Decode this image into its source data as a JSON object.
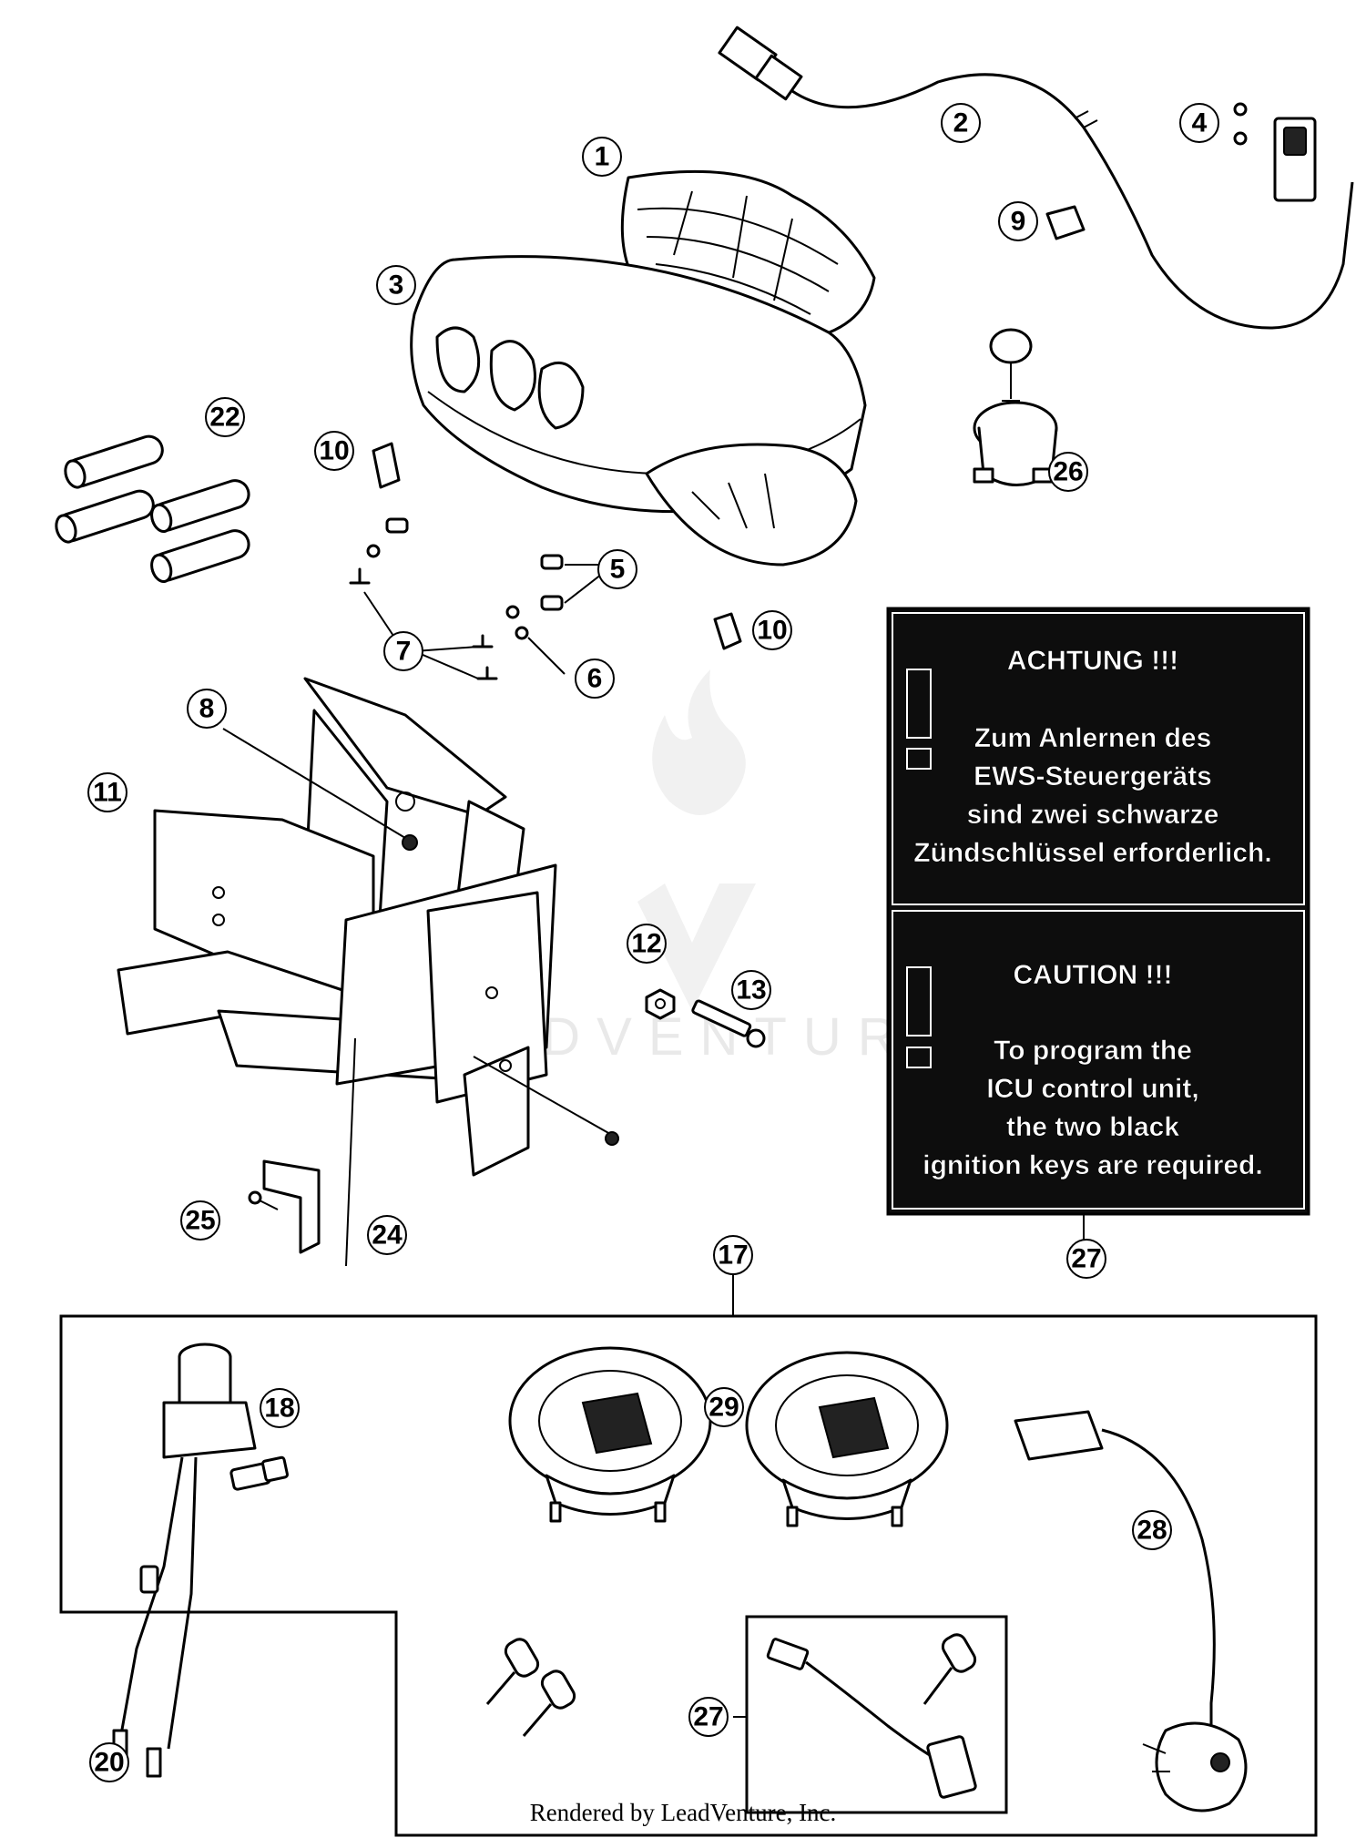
{
  "callouts": {
    "c1": "1",
    "c2": "2",
    "c3": "3",
    "c4": "4",
    "c5": "5",
    "c6": "6",
    "c7": "7",
    "c8": "8",
    "c9": "9",
    "c10a": "10",
    "c10b": "10",
    "c11": "11",
    "c12": "12",
    "c13": "13",
    "c17": "17",
    "c18": "18",
    "c20": "20",
    "c22": "22",
    "c24": "24",
    "c25": "25",
    "c26": "26",
    "c27a": "27",
    "c27b": "27",
    "c28": "28",
    "c29": "29"
  },
  "warning_german": {
    "heading": "ACHTUNG !!!",
    "line1": "Zum Anlernen des",
    "line2": "EWS-Steuergeräts",
    "line3": "sind zwei schwarze",
    "line4": "Zündschlüssel erforderlich."
  },
  "warning_english": {
    "heading": "CAUTION !!!",
    "line1": "To program the",
    "line2": "ICU control unit,",
    "line3": "the two black",
    "line4": "ignition keys are required."
  },
  "watermark": "LEADVENTURE",
  "footer": "Rendered by LeadVenture, Inc."
}
